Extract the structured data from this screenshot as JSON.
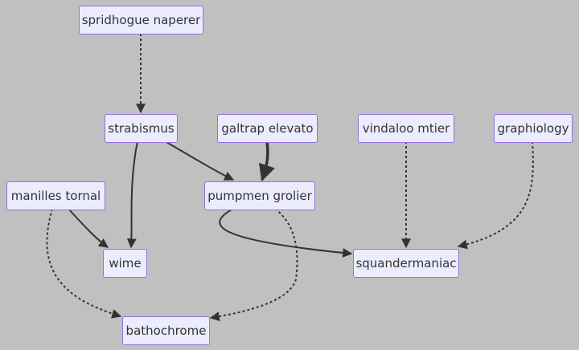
{
  "diagram": {
    "nodes": {
      "spridhogue_naperer": "spridhogue naperer",
      "strabismus": "strabismus",
      "galtrap_elevato": "galtrap elevato",
      "vindaloo_mtier": "vindaloo mtier",
      "graphiology": "graphiology",
      "manilles_tornal": "manilles tornal",
      "pumpmen_grolier": "pumpmen grolier",
      "wime": "wime",
      "squandermaniac": "squandermaniac",
      "bathochrome": "bathochrome"
    },
    "edges": [
      {
        "from": "spridhogue_naperer",
        "to": "strabismus",
        "style": "dotted"
      },
      {
        "from": "strabismus",
        "to": "pumpmen_grolier",
        "style": "solid"
      },
      {
        "from": "strabismus",
        "to": "wime",
        "style": "solid"
      },
      {
        "from": "galtrap_elevato",
        "to": "pumpmen_grolier",
        "style": "thick"
      },
      {
        "from": "manilles_tornal",
        "to": "wime",
        "style": "solid"
      },
      {
        "from": "manilles_tornal",
        "to": "bathochrome",
        "style": "dotted"
      },
      {
        "from": "pumpmen_grolier",
        "to": "squandermaniac",
        "style": "solid"
      },
      {
        "from": "pumpmen_grolier",
        "to": "bathochrome",
        "style": "dotted"
      },
      {
        "from": "vindaloo_mtier",
        "to": "squandermaniac",
        "style": "dotted"
      },
      {
        "from": "graphiology",
        "to": "squandermaniac",
        "style": "dotted"
      }
    ],
    "colors": {
      "background": "#c0c0c0",
      "node_fill": "#ececff",
      "node_border": "#9370db",
      "edge": "#333333",
      "text": "#333333"
    }
  }
}
